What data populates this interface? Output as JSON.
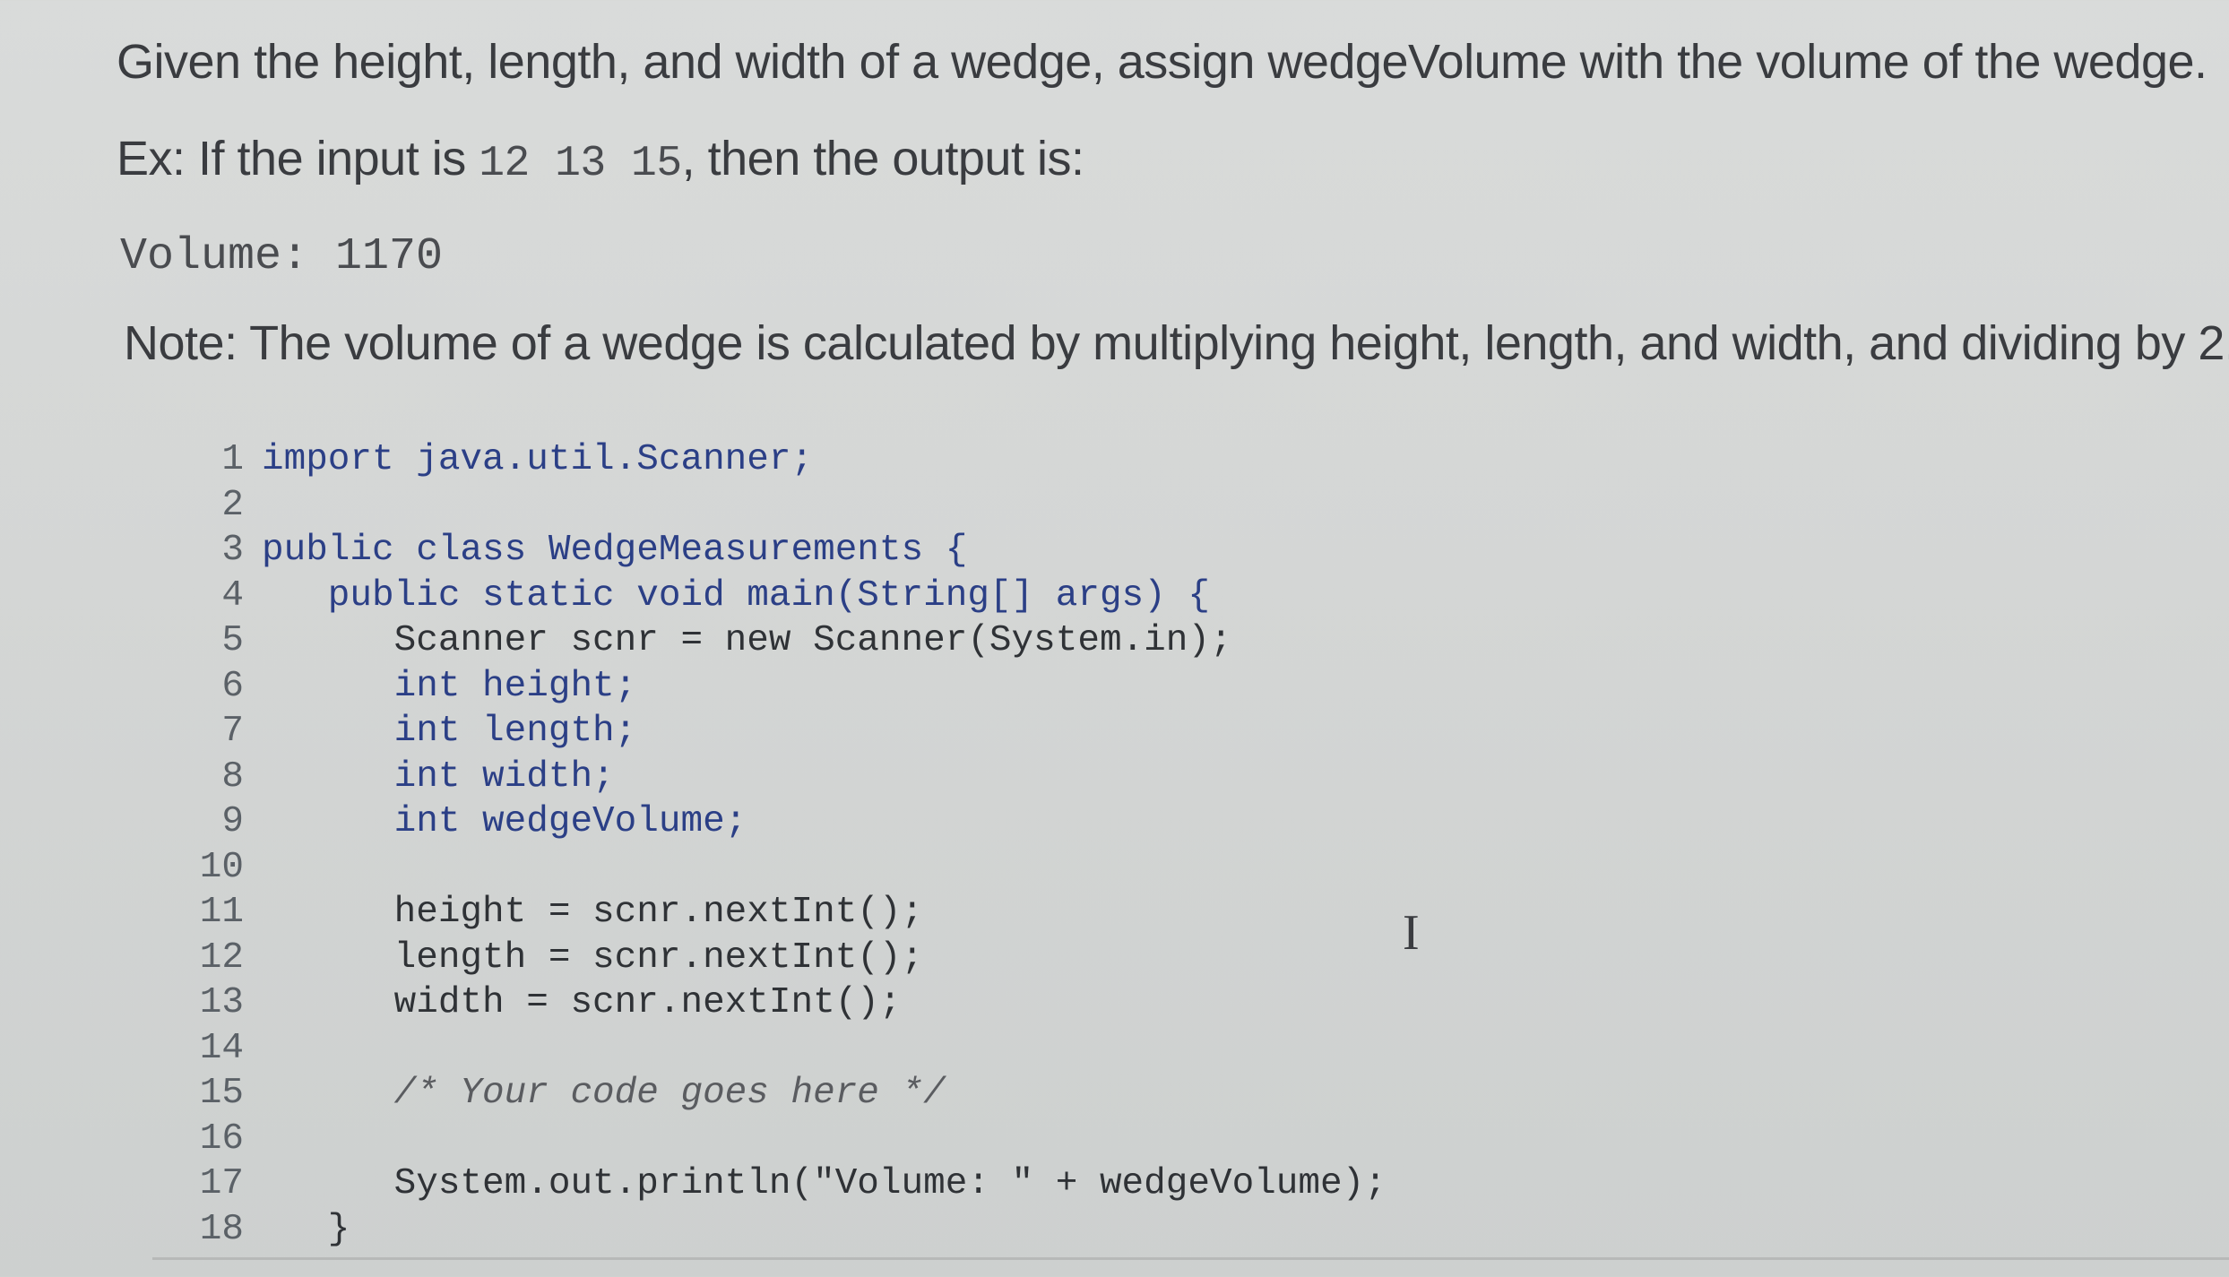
{
  "prompt": {
    "line1": "Given the height, length, and width of a wedge, assign wedgeVolume with the volume of the wedge.",
    "line2_prefix": "Ex: If the input is ",
    "line2_input": "12 13 15",
    "line2_suffix": ", then the output is:",
    "output_example": "Volume: 1170",
    "note": "Note: The volume of a wedge is calculated by multiplying height, length, and width, and dividing by 2."
  },
  "editor": {
    "lines": [
      {
        "n": "1",
        "code": "import java.util.Scanner;"
      },
      {
        "n": "2",
        "code": ""
      },
      {
        "n": "3",
        "code": "public class WedgeMeasurements {"
      },
      {
        "n": "4",
        "code": "   public static void main(String[] args) {"
      },
      {
        "n": "5",
        "code": "      Scanner scnr = new Scanner(System.in);"
      },
      {
        "n": "6",
        "code": "      int height;"
      },
      {
        "n": "7",
        "code": "      int length;"
      },
      {
        "n": "8",
        "code": "      int width;"
      },
      {
        "n": "9",
        "code": "      int wedgeVolume;"
      },
      {
        "n": "10",
        "code": ""
      },
      {
        "n": "11",
        "code": "      height = scnr.nextInt();"
      },
      {
        "n": "12",
        "code": "      length = scnr.nextInt();"
      },
      {
        "n": "13",
        "code": "      width = scnr.nextInt();"
      },
      {
        "n": "14",
        "code": ""
      },
      {
        "n": "15",
        "code": "      /* Your code goes here */"
      },
      {
        "n": "16",
        "code": ""
      },
      {
        "n": "17",
        "code": "      System.out.println(\"Volume: \" + wedgeVolume);"
      },
      {
        "n": "18",
        "code": "   }"
      }
    ]
  },
  "colors": {
    "keyword": "#2b3f86",
    "text": "#2f3236",
    "line_number": "#5b6167",
    "background": "#d6d8d7"
  }
}
